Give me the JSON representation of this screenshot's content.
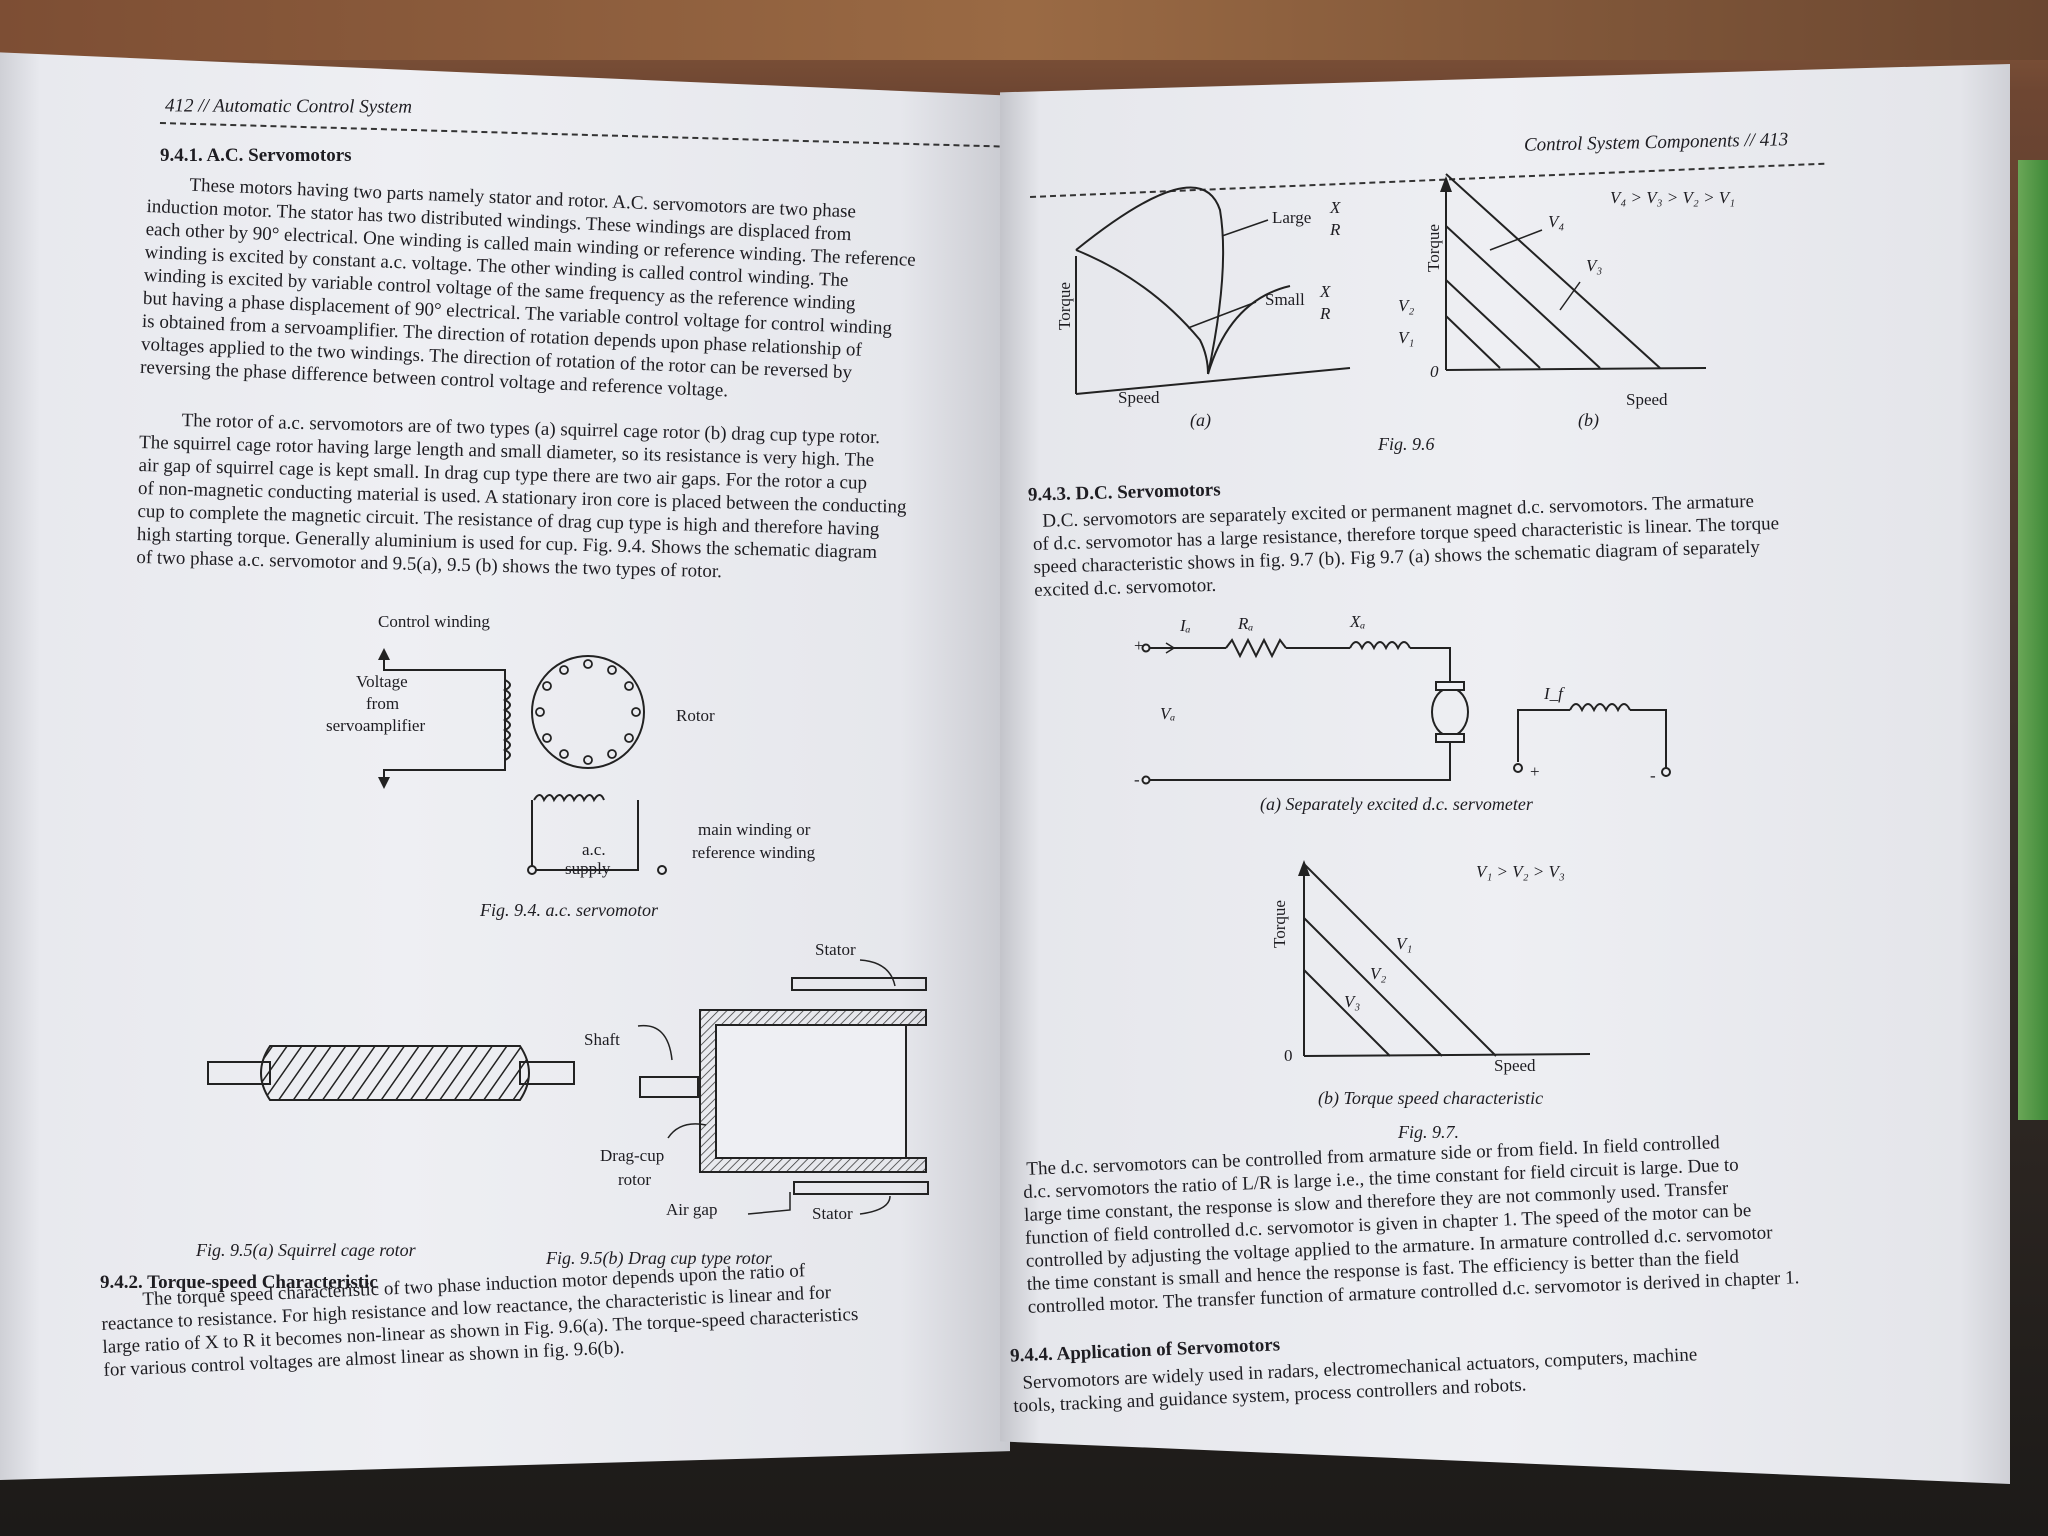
{
  "left_page": {
    "header": "412 // Automatic Control System",
    "section_941_title": "9.4.1. A.C. Servomotors",
    "p1_lines": [
      "These motors having two parts namely stator and rotor. A.C. servomotors are two phase",
      "induction motor. The stator has two distributed windings. These windings are displaced from",
      "each other by 90° electrical. One winding is called main winding or reference winding. The reference",
      "winding is excited by constant a.c. voltage. The other winding is called control winding. The",
      "winding is excited by variable control voltage of the same frequency as the reference winding",
      "but having a phase displacement of 90° electrical. The variable control voltage for control winding",
      "is obtained from a servoamplifier. The direction of rotation depends upon phase relationship of",
      "voltages applied to the two windings. The direction of rotation of the rotor can be reversed by",
      "reversing the phase difference between control voltage and reference voltage."
    ],
    "p2_lines": [
      "The rotor of a.c. servomotors are of two types (a) squirrel cage rotor (b) drag cup type rotor.",
      "The squirrel cage rotor having large length and small diameter, so its resistance is very high. The",
      "air gap of squirrel cage is kept small. In drag cup type there are two air gaps. For the rotor a cup",
      "of non-magnetic conducting material is used. A stationary iron core is placed between the conducting",
      "cup to complete the magnetic circuit. The resistance of drag cup type is high and therefore having",
      "high starting torque. Generally aluminium is used for cup. Fig. 9.4. Shows the schematic diagram",
      "of two phase a.c. servomotor and 9.5(a), 9.5 (b) shows the two types of rotor."
    ],
    "fig94": {
      "control_winding": "Control winding",
      "voltage": "Voltage",
      "from": "from",
      "servoamplifier": "servoamplifier",
      "rotor": "Rotor",
      "main_winding": "main winding or",
      "reference_winding": "reference winding",
      "ac": "a.c.",
      "supply": "supply",
      "caption": "Fig. 9.4. a.c. servomotor"
    },
    "fig95": {
      "stator_top": "Stator",
      "shaft": "Shaft",
      "drag_cup": "Drag-cup",
      "rotor": "rotor",
      "air_gap": "Air gap",
      "stator_bottom": "Stator",
      "caption_a": "Fig. 9.5(a) Squirrel cage rotor",
      "caption_b": "Fig. 9.5(b) Drag cup type rotor"
    },
    "section_942_title": "9.4.2. Torque-speed Characteristic",
    "p3_lines": [
      "The torque speed characteristic of two phase induction motor depends upon the ratio of",
      "reactance to resistance. For high resistance and low reactance, the characteristic is linear and for",
      "large ratio of X to R it becomes non-linear as shown in Fig. 9.6(a). The torque-speed characteristics",
      "for various control voltages are almost linear as shown in fig. 9.6(b)."
    ]
  },
  "right_page": {
    "header": "Control System Components // 413",
    "fig96": {
      "torque_a": "Torque",
      "large": "Large",
      "small": "Small",
      "xr_num": "X",
      "xr_den": "R",
      "speed_a": "Speed",
      "label_a": "(a)",
      "torque_b": "Torque",
      "relation": "V₄ > V₃ > V₂ > V₁",
      "v4": "V₄",
      "v3": "V₃",
      "v2": "V₂",
      "v1": "V₁",
      "zero": "0",
      "speed_b": "Speed",
      "label_b": "(b)",
      "caption": "Fig. 9.6"
    },
    "section_943_title": "9.4.3. D.C. Servomotors",
    "p4_lines": [
      "D.C. servomotors are separately excited or permanent magnet d.c. servomotors. The armature",
      "of d.c. servomotor has a large resistance, therefore torque speed characteristic is linear. The torque",
      "speed characteristic shows in fig. 9.7 (b). Fig 9.7 (a) shows the schematic diagram of separately",
      "excited d.c. servomotor."
    ],
    "fig97a": {
      "ia": "Iₐ",
      "ra": "Rₐ",
      "xa": "Xₐ",
      "va": "Vₐ",
      "if": "I_f",
      "plus": "+",
      "minus": "-",
      "caption": "(a) Separately excited d.c. servometer"
    },
    "fig97b": {
      "torque": "Torque",
      "relation": "V₁ > V₂ > V₃",
      "v1": "V₁",
      "v2": "V₂",
      "v3": "V₃",
      "zero": "0",
      "speed": "Speed",
      "caption": "(b) Torque speed characteristic",
      "fig": "Fig. 9.7."
    },
    "p5_lines": [
      "The d.c. servomotors can be controlled from armature side or from field. In field controlled",
      "d.c. servomotors the ratio of L/R is large i.e., the time constant for field circuit is large. Due to",
      "large time constant, the response is slow and therefore they are not commonly used. Transfer",
      "function of field controlled d.c. servomotor is given in chapter 1. The speed of the motor can be",
      "controlled by adjusting the voltage applied to the armature. In armature controlled d.c. servomotor",
      "the time constant is small and hence the response is fast. The efficiency is better than the field",
      "controlled motor. The transfer function of armature controlled d.c. servomotor is derived in chapter 1."
    ],
    "section_944_title": "9.4.4. Application of Servomotors",
    "p6_lines": [
      "Servomotors are widely used in radars, electromechanical actuators, computers, machine",
      "tools, tracking and guidance system, process controllers and robots."
    ]
  }
}
